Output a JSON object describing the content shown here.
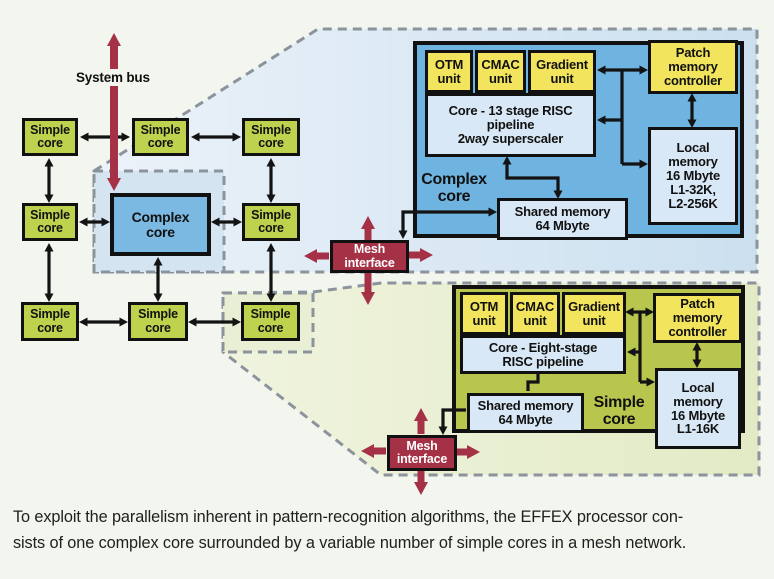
{
  "figure": {
    "system_bus_label": "System bus",
    "overview": {
      "simple_core_lines": [
        "Simple",
        "core"
      ],
      "complex_core_lines": [
        "Complex",
        "core"
      ]
    },
    "units": [
      [
        "OTM",
        "unit"
      ],
      [
        "CMAC",
        "unit"
      ],
      [
        "Gradient",
        "unit"
      ]
    ],
    "mesh_interface_lines": [
      "Mesh",
      "interface"
    ],
    "complex_detail": {
      "label_lines": [
        "Complex",
        "core"
      ],
      "pipeline_lines": [
        "Core - 13 stage RISC",
        "pipeline",
        "2way superscaler"
      ],
      "shared_memory_lines": [
        "Shared memory",
        "64 Mbyte"
      ],
      "patch_memory_lines": [
        "Patch",
        "memory",
        "controller"
      ],
      "local_memory_lines": [
        "Local",
        "memory",
        "16 Mbyte",
        "L1-32K,",
        "L2-256K"
      ]
    },
    "simple_detail": {
      "label_lines": [
        "Simple",
        "core"
      ],
      "pipeline_lines": [
        "Core - Eight-stage",
        "RISC pipeline"
      ],
      "shared_memory_lines": [
        "Shared memory",
        "64 Mbyte"
      ],
      "patch_memory_lines": [
        "Patch",
        "memory",
        "controller"
      ],
      "local_memory_lines": [
        "Local",
        "memory",
        "16 Mbyte",
        "L1-16K"
      ]
    },
    "caption_lines": [
      "To exploit the parallelism inherent in pattern-recognition algorithms, the EFFEX processor con-",
      "sists of one complex core surrounded by a variable number of simple cores in a mesh network."
    ],
    "colors": {
      "page_bg": "#f3f6ef",
      "simple_core_green": "#bfd24e",
      "complex_core_blue": "#7cb9e2",
      "inner_complex_blue": "#6fb3e0",
      "inner_simple_olive": "#b9c64e",
      "unit_yellow": "#f2e45c",
      "memory_light_blue": "#d9e8f6",
      "mesh_crimson": "#a53147",
      "callout_blue_region": "#cde2f1",
      "callout_green_region": "#e5ecc9",
      "dash_gray": "#8b949c"
    }
  }
}
